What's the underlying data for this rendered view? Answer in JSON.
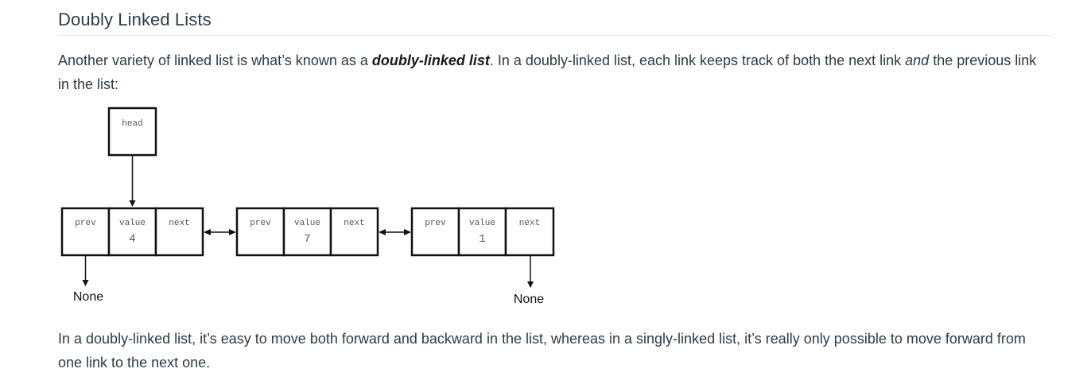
{
  "section": {
    "title": "Doubly Linked Lists"
  },
  "paragraph1": {
    "part1": "Another variety of linked list is what’s known as a ",
    "term": "doubly-linked list",
    "part2": ".  In a doubly-linked list, each link keeps track of both the next link ",
    "emph": "and",
    "part3": " the previous link in the list:"
  },
  "diagram": {
    "head_label": "head",
    "nodes": [
      {
        "prev": "prev",
        "value_label": "value",
        "value": "4",
        "next": "next"
      },
      {
        "prev": "prev",
        "value_label": "value",
        "value": "7",
        "next": "next"
      },
      {
        "prev": "prev",
        "value_label": "value",
        "value": "1",
        "next": "next"
      }
    ],
    "none_left": "None",
    "none_right": "None"
  },
  "paragraph2": {
    "text": "In a doubly-linked list, it’s easy to move both forward and backward in the list, whereas in a singly-linked list, it’s really only possible to move forward from one link to the next one."
  }
}
